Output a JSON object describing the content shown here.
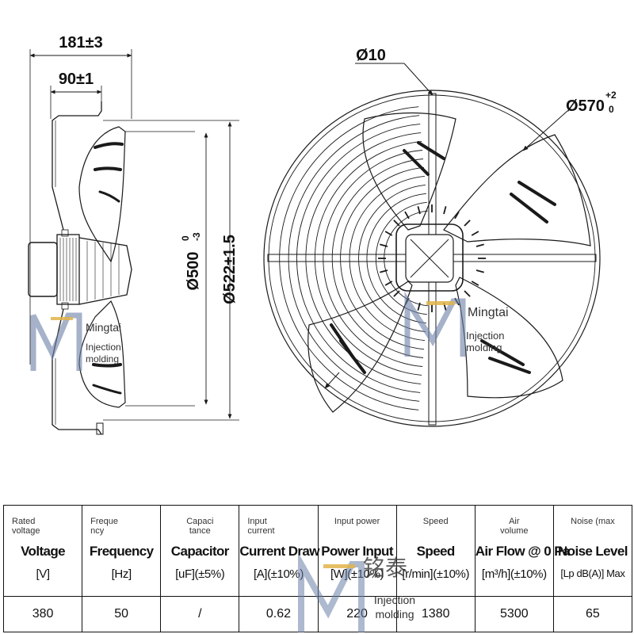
{
  "dimensions": {
    "overall_depth": "181±3",
    "motor_depth": "90±1",
    "inner_diameter": "Ø500",
    "inner_tol_upper": "0",
    "inner_tol_lower": "-3",
    "outer_diameter": "Ø522±1.5",
    "hole_diameter": "Ø10",
    "guard_diameter": "Ø570",
    "guard_tol_upper": "+2",
    "guard_tol_lower": "0"
  },
  "watermark": {
    "brand": "Mingtai",
    "line1": "Injection",
    "line2": "molding",
    "chinese": "铭泰"
  },
  "colors": {
    "line": "#1a1a1a",
    "watermark_blue": "#6a7fa6",
    "watermark_gold": "#e2b44a"
  },
  "table": {
    "columns": [
      {
        "hint1": "Rated",
        "hint2": "voltage",
        "title": "Voltage",
        "unit": "[V]",
        "value": "380"
      },
      {
        "hint1": "Freque",
        "hint2": "ncy",
        "title": "Frequency",
        "unit": "[Hz]",
        "value": "50"
      },
      {
        "hint1": "Capaci",
        "hint2": "tance",
        "title": "Capacitor",
        "unit": "[uF](±5%)",
        "value": "/"
      },
      {
        "hint1": "Input",
        "hint2": "current",
        "title": "Current Draw",
        "unit": "[A](±10%)",
        "value": "0.62"
      },
      {
        "hint1": "Input power",
        "hint2": "",
        "title": "Power Input",
        "unit": "[W](±10%)",
        "value": "220"
      },
      {
        "hint1": "Speed",
        "hint2": "",
        "title": "Speed",
        "unit": "[r/min](±10%)",
        "value": "1380"
      },
      {
        "hint1": "Air",
        "hint2": "volume",
        "title": "Air Flow @ 0 Pa",
        "unit": "[m³/h](±10%)",
        "value": "5300"
      },
      {
        "hint1": "Noise (max",
        "hint2": "",
        "title": "Noise Level",
        "unit": "[Lp dB(A)] Max",
        "value": "65"
      }
    ]
  }
}
